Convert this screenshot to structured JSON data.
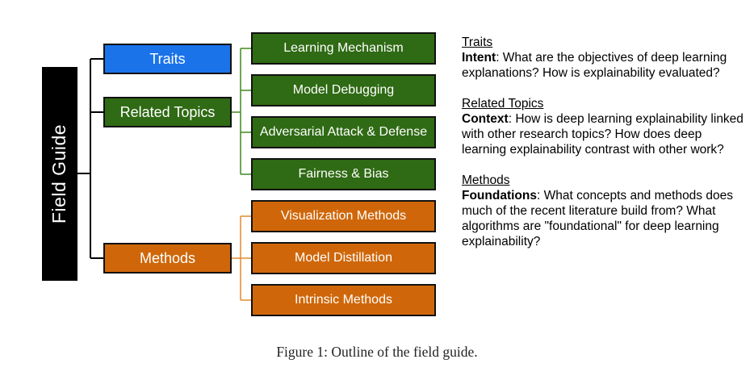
{
  "root_label": "Field Guide",
  "level1": [
    {
      "label": "Traits",
      "color": "#1a73e8"
    },
    {
      "label": "Related Topics",
      "color": "#2f6a14"
    },
    {
      "label": "Methods",
      "color": "#cf670a"
    }
  ],
  "related_topics": [
    "Learning Mechanism",
    "Model Debugging",
    "Adversarial Attack & Defense",
    "Fairness & Bias"
  ],
  "methods": [
    "Visualization Methods",
    "Model Distillation",
    "Intrinsic Methods"
  ],
  "colors": {
    "green_wire": "#3e8a1e",
    "orange_wire": "#e38a2c",
    "dark_wire": "#000000"
  },
  "descriptions": [
    {
      "heading": "Traits",
      "keyword": "Intent",
      "text": ": What are the objectives of deep learning explanations? How is explainability evaluated?"
    },
    {
      "heading": "Related Topics",
      "keyword": "Context",
      "text": ": How is deep learning explainability linked with other research topics? How does deep learning explainability contrast with other work?"
    },
    {
      "heading": "Methods",
      "keyword": "Foundations",
      "text": ": What concepts and methods does much of the recent literature build from? What algorithms are \"foundational\" for deep learning explainability?"
    }
  ],
  "caption": "Figure 1: Outline of the field guide."
}
